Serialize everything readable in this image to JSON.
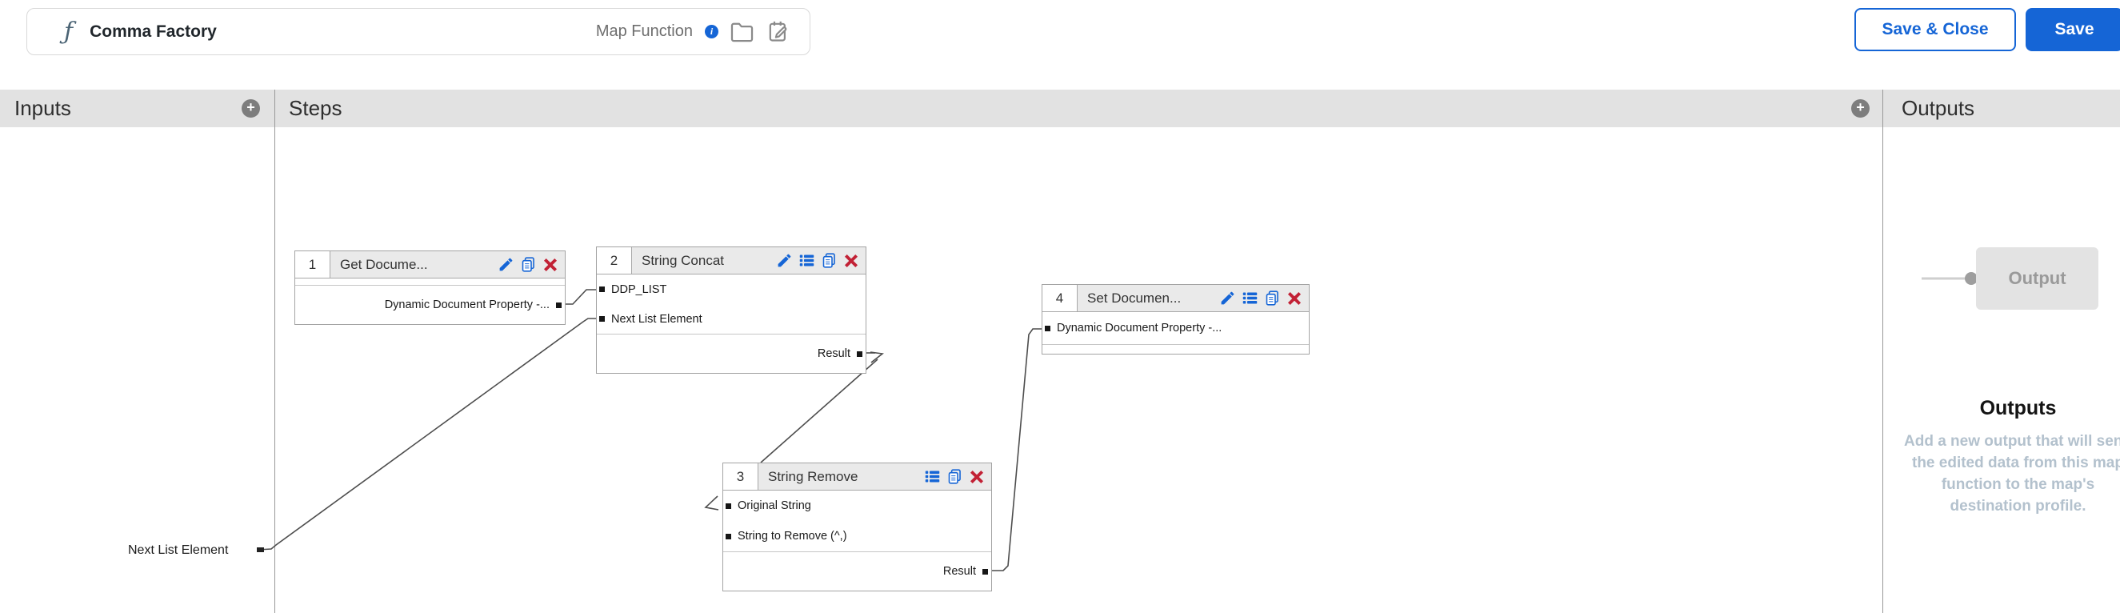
{
  "top_bar": {
    "function_glyph": "ƒ",
    "title": "Comma Factory",
    "type_label": "Map Function",
    "save_close_label": "Save & Close",
    "save_label": "Save"
  },
  "panel_headers": {
    "inputs": "Inputs",
    "steps": "Steps",
    "outputs": "Outputs",
    "add_button_glyph": "+"
  },
  "inputs_panel": {
    "items": [
      {
        "label": "Next List Element"
      }
    ]
  },
  "steps": [
    {
      "number": "1",
      "title": "Get Docume...",
      "icons": [
        "edit",
        "copy",
        "delete"
      ],
      "inputs": [],
      "outputs": [
        "Dynamic Document Property -..."
      ]
    },
    {
      "number": "2",
      "title": "String Concat",
      "icons": [
        "edit",
        "list",
        "copy",
        "delete"
      ],
      "inputs": [
        "DDP_LIST",
        "Next List Element"
      ],
      "outputs": [
        "Result"
      ]
    },
    {
      "number": "3",
      "title": "String Remove",
      "icons": [
        "list",
        "copy",
        "delete"
      ],
      "inputs": [
        "Original String",
        "String to Remove (^,)"
      ],
      "outputs": [
        "Result"
      ]
    },
    {
      "number": "4",
      "title": "Set Documen...",
      "icons": [
        "edit",
        "list",
        "copy",
        "delete"
      ],
      "inputs": [
        "Dynamic Document Property -..."
      ],
      "outputs": []
    }
  ],
  "outputs_panel": {
    "output_box_label": "Output",
    "heading": "Outputs",
    "description": "Add a new output that will send the edited data from this map function to the map's destination profile."
  },
  "colors": {
    "accent_blue": "#1565d6",
    "danger_red": "#c22135",
    "panel_header_gray": "#e2e2e2",
    "muted_hint_text": "#b3c1cd",
    "connector_line": "#4d4d4d"
  }
}
